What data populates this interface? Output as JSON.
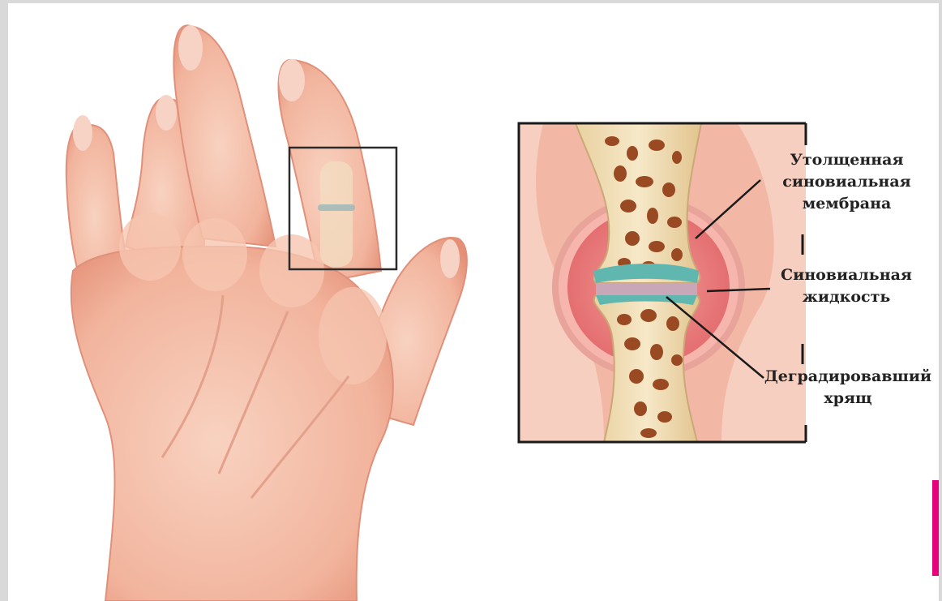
{
  "labels": {
    "membrane": [
      "Утолщенная",
      "синовиальная",
      "мембрана"
    ],
    "fluid": [
      "Синовиальная",
      "жидкость"
    ],
    "cartilage": [
      "Деградировавший",
      "хрящ"
    ]
  },
  "colors": {
    "skin": "#f3b9a4",
    "skin_shadow": "#e6947c",
    "bone": "#f1dfb5",
    "marrow": "#9a4a22",
    "cartilage": "#5fb7b0",
    "synovial": "#e8797a",
    "accent": "#e6007e"
  }
}
